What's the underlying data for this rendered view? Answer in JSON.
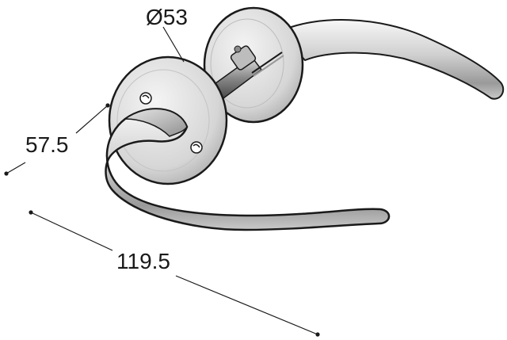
{
  "drawing": {
    "subject_icon": "door-lever-handle-set-icon",
    "dimensions": {
      "rose_diameter": "Ø53",
      "projection": "57.5",
      "lever_length": "119.5"
    }
  }
}
